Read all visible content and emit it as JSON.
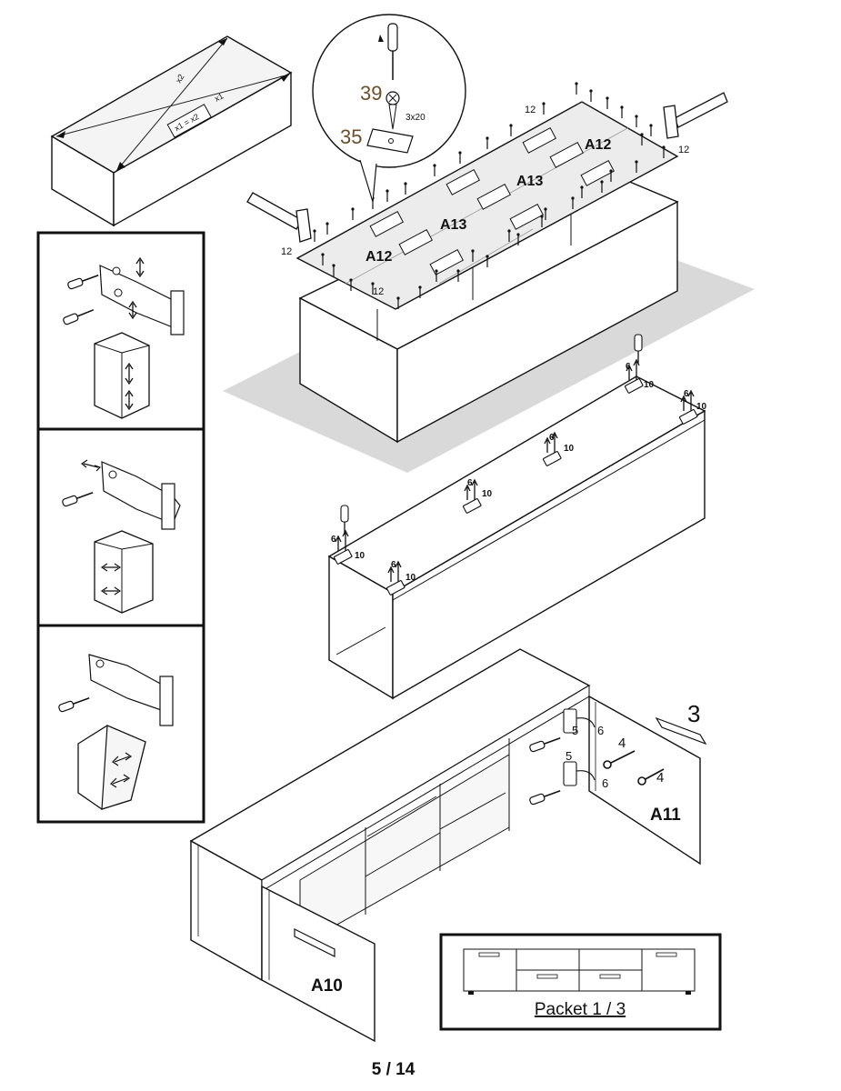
{
  "measure_check": {
    "d1": "x1",
    "d2": "x2",
    "rule": "x1 = x2"
  },
  "top_assembly": {
    "part_39": "39",
    "part_35": "35",
    "screw_size": "3x20",
    "panels": [
      "A12",
      "A13",
      "A13",
      "A12"
    ],
    "clamp_label": "12"
  },
  "middle_assembly": {
    "qty_a": "6",
    "qty_b": "10"
  },
  "bottom_assembly": {
    "door_left": "A10",
    "door_right": "A11",
    "handle_part": "3",
    "hinge_part": "5",
    "screw_part": "6",
    "dowel_part": "4"
  },
  "packet": {
    "label": "Packet 1 / 3"
  },
  "page": {
    "number": "5 / 14"
  }
}
